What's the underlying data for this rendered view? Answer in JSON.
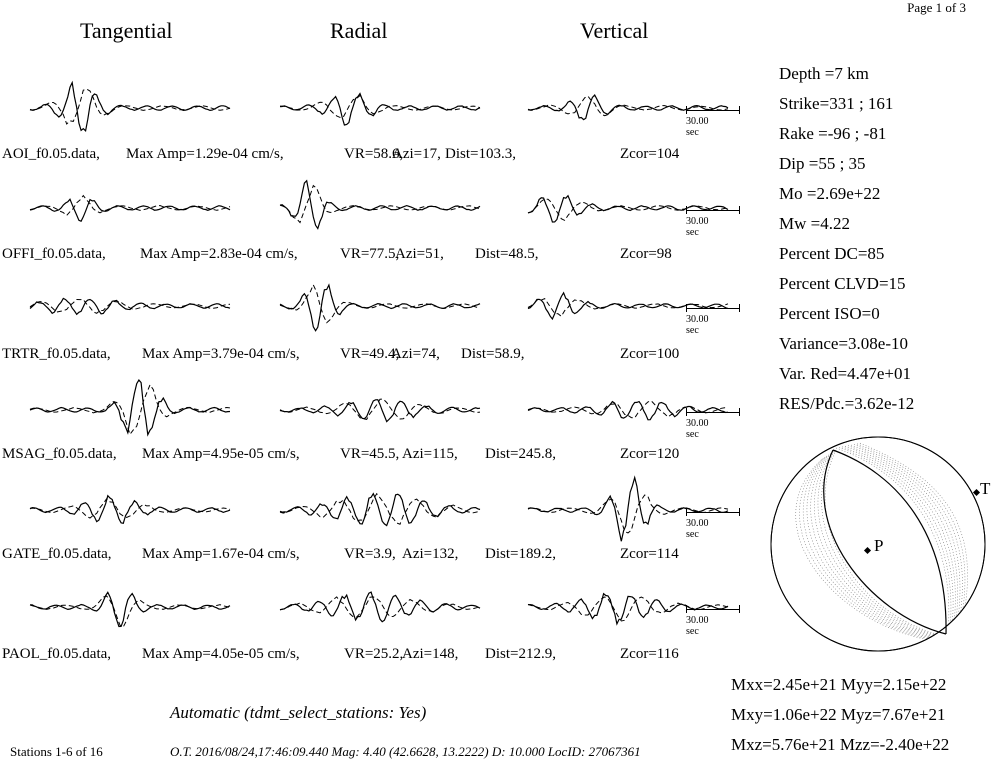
{
  "page_label": "Page 1 of 3",
  "headers": [
    "Tangential",
    "Radial",
    "Vertical"
  ],
  "scale_label": "30.00 sec",
  "stations": [
    {
      "name": "AOI_f0.05.data,",
      "amp": "Max Amp=1.29e-04 cm/s,",
      "vr": "VR=58.6,",
      "azi": "Azi=17,",
      "dist": "Dist=103.3,",
      "zcor": "Zcor=104"
    },
    {
      "name": "OFFI_f0.05.data,",
      "amp": "Max Amp=2.83e-04 cm/s,",
      "vr": "VR=77.5,",
      "azi": "Azi=51,",
      "dist": "Dist=48.5,",
      "zcor": "Zcor=98"
    },
    {
      "name": "TRTR_f0.05.data,",
      "amp": "Max Amp=3.79e-04 cm/s,",
      "vr": "VR=49.4,",
      "azi": "Azi=74,",
      "dist": "Dist=58.9,",
      "zcor": "Zcor=100"
    },
    {
      "name": "MSAG_f0.05.data,",
      "amp": "Max Amp=4.95e-05 cm/s,",
      "vr": "VR=45.5,",
      "azi": "Azi=115,",
      "dist": "Dist=245.8,",
      "zcor": "Zcor=120"
    },
    {
      "name": "GATE_f0.05.data,",
      "amp": "Max Amp=1.67e-04 cm/s,",
      "vr": "VR=3.9,",
      "azi": "Azi=132,",
      "dist": "Dist=189.2,",
      "zcor": "Zcor=114"
    },
    {
      "name": "PAOL_f0.05.data,",
      "amp": "Max Amp=4.05e-05 cm/s,",
      "vr": "VR=25.2,",
      "azi": "Azi=148,",
      "dist": "Dist=212.9,",
      "zcor": "Zcor=116"
    }
  ],
  "params": [
    "Depth =7 km",
    "Strike=331 ; 161",
    "Rake  =-96 ; -81",
    "Dip   =55 ; 35",
    "Mo    =2.69e+22",
    "Mw    =4.22",
    "Percent DC=85",
    "Percent CLVD=15",
    "Percent ISO=0",
    "Variance=3.08e-10",
    "Var. Red=4.47e+01",
    "RES/Pdc.=3.62e-12"
  ],
  "beachball": {
    "p_label": "P",
    "t_label": "T"
  },
  "moment_tensor": [
    "Mxx=2.45e+21 Myy=2.15e+22",
    "Mxy=1.06e+22 Myz=7.67e+21",
    "Mxz=5.76e+21 Mzz=-2.40e+22"
  ],
  "mode_text": "Automatic (tdmt_select_stations: Yes)",
  "footer": {
    "stations": "Stations 1-6 of 16",
    "origin": "O.T. 2016/08/24,17:46:09.440  Mag: 4.40  (42.6628, 13.2222)  D: 10.000  LocID: 27067361"
  }
}
